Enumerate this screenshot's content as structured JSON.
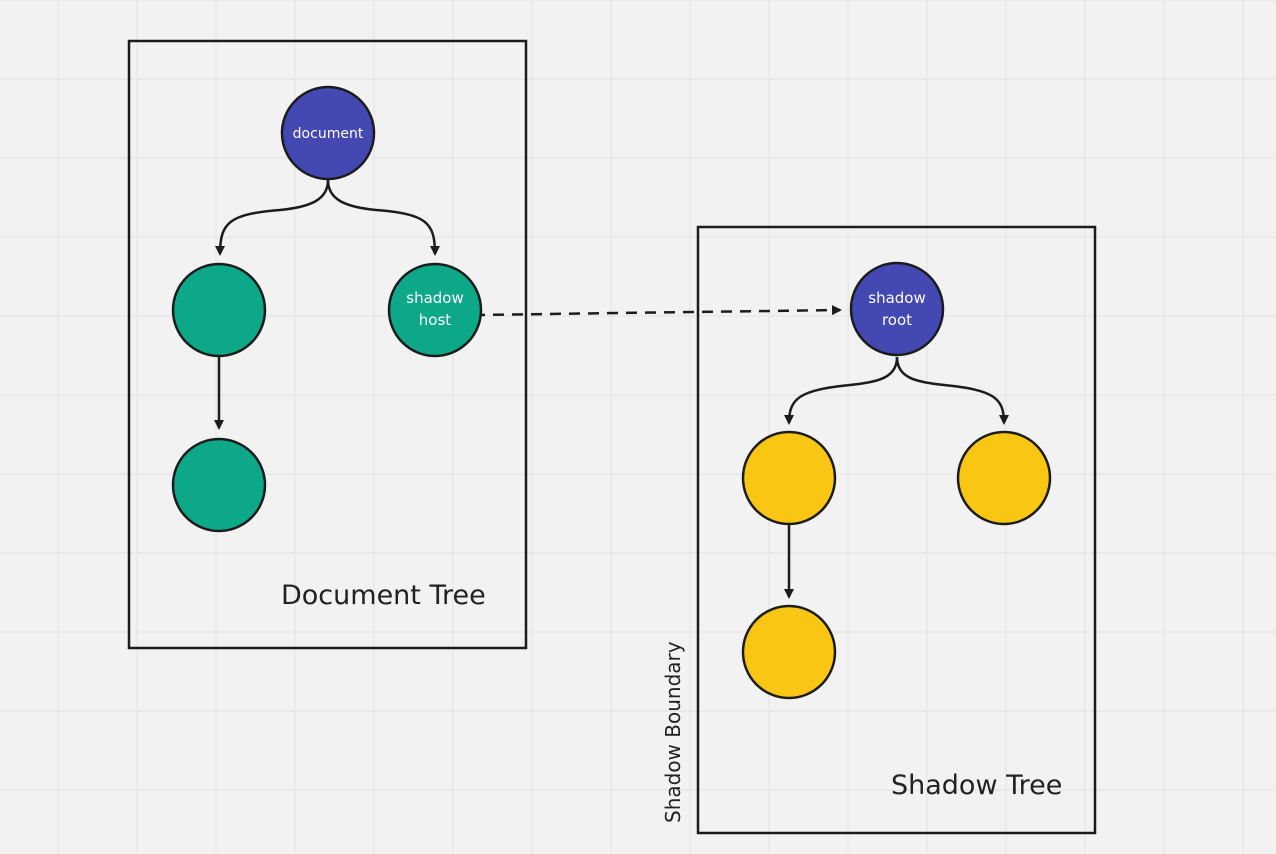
{
  "colors": {
    "background": "#f2f2f2",
    "grid": "#e3e3e3",
    "document_node": "#4348b3",
    "document_tree_node": "#0da888",
    "shadow_tree_node": "#f9c713",
    "outline": "#1c1c1c"
  },
  "document_tree": {
    "label": "Document Tree",
    "nodes": {
      "root": {
        "label": "document"
      },
      "shadow_host": {
        "line1": "shadow",
        "line2": "host"
      }
    }
  },
  "shadow_tree": {
    "label": "Shadow Tree",
    "nodes": {
      "shadow_root": {
        "line1": "shadow",
        "line2": "root"
      }
    }
  },
  "shadow_boundary": {
    "label": "Shadow Boundary"
  }
}
